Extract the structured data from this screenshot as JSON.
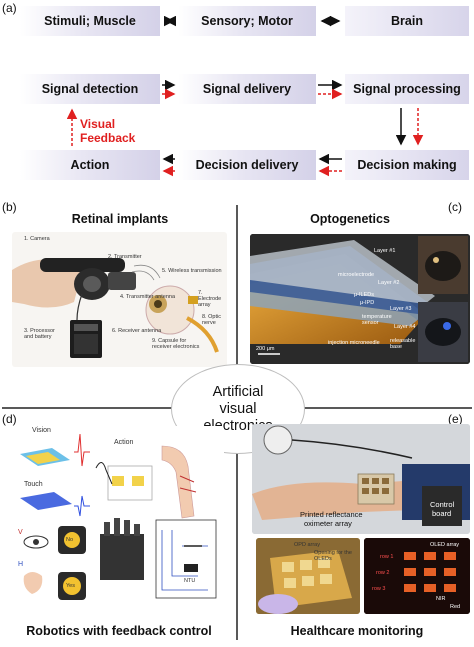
{
  "panel_labels": {
    "a": "(a)",
    "b": "(b)",
    "c": "(c)",
    "d": "(d)",
    "e": "(e)"
  },
  "flow": {
    "row1": [
      "Stimuli; Muscle",
      "Sensory; Motor",
      "Brain"
    ],
    "row2": [
      "Signal detection",
      "Signal delivery",
      "Signal processing"
    ],
    "row3": [
      "Action",
      "Decision delivery",
      "Decision making"
    ],
    "feedback_label": [
      "Visual",
      "Feedback"
    ]
  },
  "center_label": [
    "Artificial",
    "visual",
    "electronics"
  ],
  "retinal": {
    "title": "Retinal implants",
    "labels": [
      "1. Camera",
      "2. Transmitter",
      "3. Processor and battery",
      "4. Transmitter antenna",
      "5. Wireless transmission",
      "6. Receiver antenna",
      "7. Electrode array",
      "8. Optic nerve",
      "9. Capsule for receiver electronics"
    ]
  },
  "optogenetics": {
    "title": "Optogenetics",
    "labels": [
      "Layer #1",
      "Layer #2",
      "Layer #3",
      "Layer #4",
      "microelectrode",
      "μ-ILEDs",
      "μ-IPD",
      "temperature sensor",
      "injection microneedle",
      "releasable base"
    ],
    "scale_bar": "200 μm"
  },
  "robotics": {
    "title": "Robotics with feedback control",
    "labels": [
      "Vision",
      "Touch",
      "Action",
      "V",
      "H",
      "No",
      "Yes",
      "NTU"
    ]
  },
  "healthcare": {
    "title": "Healthcare monitoring",
    "labels": [
      "Printed reflectance",
      "oximeter array",
      "Control",
      "board",
      "OPD array",
      "Opening for the OLEDs",
      "OLED array",
      "row 1",
      "row 2",
      "row 3",
      "NIR",
      "Red"
    ]
  },
  "colors": {
    "accent_red": "#e02020",
    "box_fill": "#d4d1e8",
    "divider": "#222222"
  }
}
